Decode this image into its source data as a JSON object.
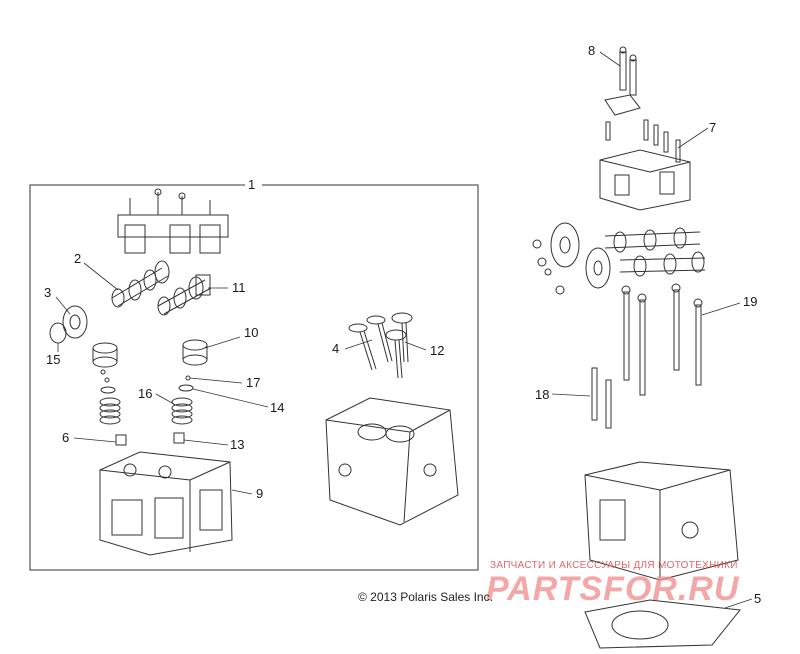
{
  "callouts": {
    "c1": "1",
    "c2": "2",
    "c3": "3",
    "c4": "4",
    "c5": "5",
    "c6": "6",
    "c7": "7",
    "c8": "8",
    "c9": "9",
    "c10": "10",
    "c11": "11",
    "c12": "12",
    "c13": "13",
    "c14": "14",
    "c15": "15",
    "c16": "16",
    "c17": "17",
    "c18": "18",
    "c19": "19"
  },
  "copyright": "© 2013 Polaris Sales Inc.",
  "watermark": {
    "tagline": "ЗАПЧАСТИ И АКСЕССУАРЫ ДЛЯ МОТОТЕХНИКИ",
    "logo": "PARTSFOR.RU"
  },
  "colors": {
    "line": "#333333",
    "watermark": "#e04a4a"
  }
}
